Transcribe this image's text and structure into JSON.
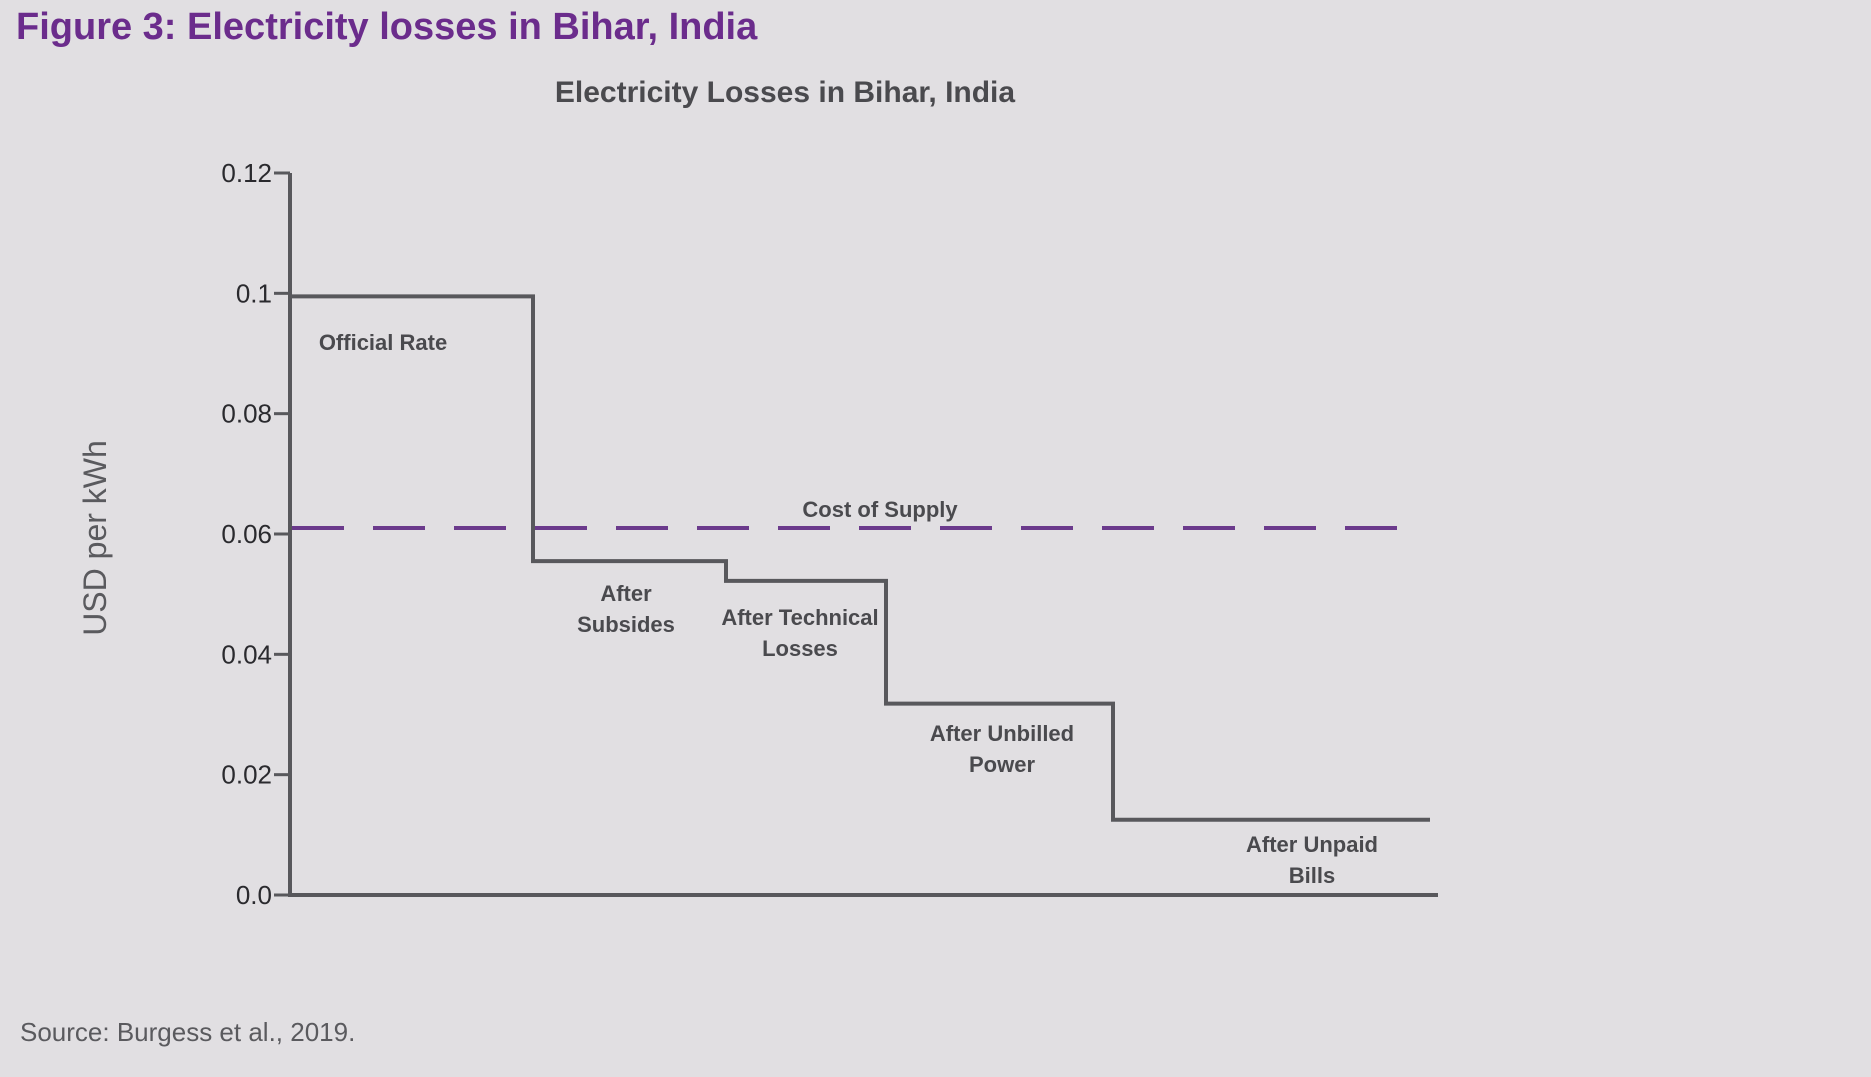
{
  "figure": {
    "title": "Figure 3: Electricity losses in Bihar, India",
    "source": "Source: Burgess et al., 2019."
  },
  "colors": {
    "background": "#e1dfe2",
    "figure_title": "#6b2c8c",
    "step_line": "#58585c",
    "cost_line": "#6b3a8c",
    "text": "#4a4a4e"
  },
  "chart_data": {
    "type": "line",
    "subtype": "step",
    "title": "Electricity Losses in Bihar, India",
    "xlabel": "",
    "ylabel": "USD per kWh",
    "ylim": [
      0,
      0.12
    ],
    "yticks": [
      {
        "value": 0.0,
        "label": "0.0"
      },
      {
        "value": 0.02,
        "label": "0.02"
      },
      {
        "value": 0.04,
        "label": "0.04"
      },
      {
        "value": 0.06,
        "label": "0.06"
      },
      {
        "value": 0.08,
        "label": "0.08"
      },
      {
        "value": 0.1,
        "label": "0.1"
      },
      {
        "value": 0.12,
        "label": "0.12"
      }
    ],
    "grid": false,
    "steps": [
      {
        "label": "Official Rate",
        "value": 0.0995
      },
      {
        "label": "After Subsides",
        "value": 0.0555
      },
      {
        "label": "After Technical Losses",
        "value": 0.0522
      },
      {
        "label": "After Unbilled Power",
        "value": 0.0318
      },
      {
        "label": "After Unpaid Bills",
        "value": 0.0125
      }
    ],
    "reference_line": {
      "label": "Cost of Supply",
      "value": 0.061,
      "style": "dashed"
    }
  }
}
